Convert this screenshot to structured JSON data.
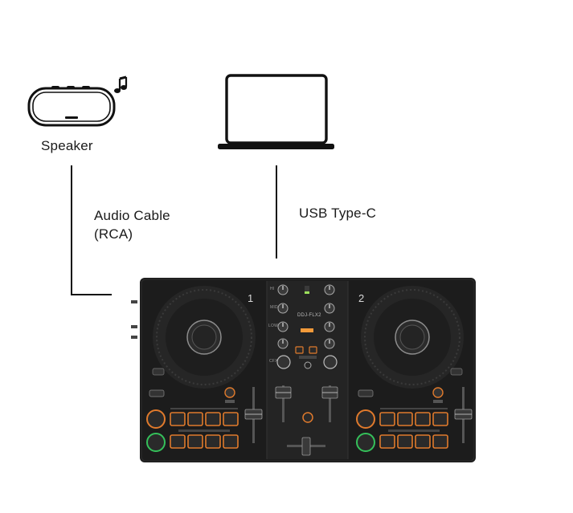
{
  "diagram": {
    "speaker": {
      "label": "Speaker",
      "icon": "speaker-icon",
      "note_icon": "music-note-icon"
    },
    "laptop": {
      "icon": "laptop-icon"
    },
    "audio_cable": {
      "line1": "Audio Cable",
      "line2": "(RCA)"
    },
    "usb_cable": {
      "label": "USB Type-C"
    },
    "controller": {
      "model": "DDJ-FLX2",
      "deck_left": "1",
      "deck_right": "2",
      "knob_labels": [
        "HI",
        "MID",
        "LOW",
        "CFX"
      ],
      "colors": {
        "body": "#1c1c1c",
        "pad": "#e07a2c",
        "cue_ring": "#e07a2c",
        "play_ring": "#35c15a",
        "accent": "#f29a3a"
      }
    }
  }
}
